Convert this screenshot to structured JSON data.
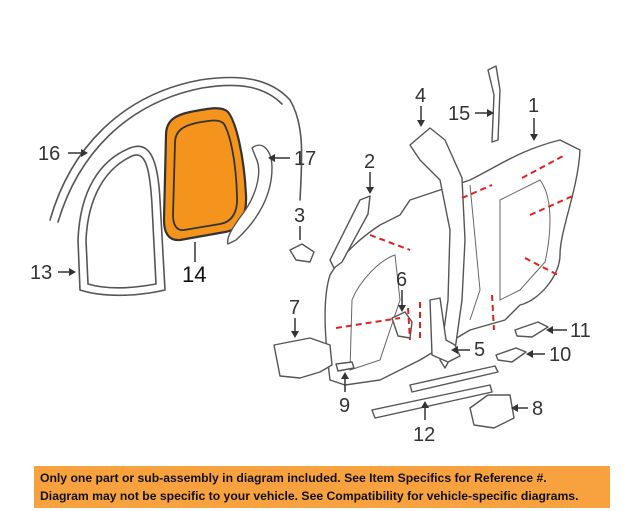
{
  "diagram": {
    "highlight_color": "#f5941d",
    "cut_line_color": "#e02020",
    "callouts": [
      "1",
      "2",
      "3",
      "4",
      "5",
      "6",
      "7",
      "8",
      "9",
      "10",
      "11",
      "12",
      "13",
      "14",
      "15",
      "16",
      "17"
    ]
  },
  "banner": {
    "line1": "Only one part or sub-assembly in diagram included. See Item Specifics for Reference #.",
    "line2": "Diagram may not be specific to your vehicle. See Compatibility for vehicle-specific diagrams.",
    "background": "#f7a23e"
  }
}
